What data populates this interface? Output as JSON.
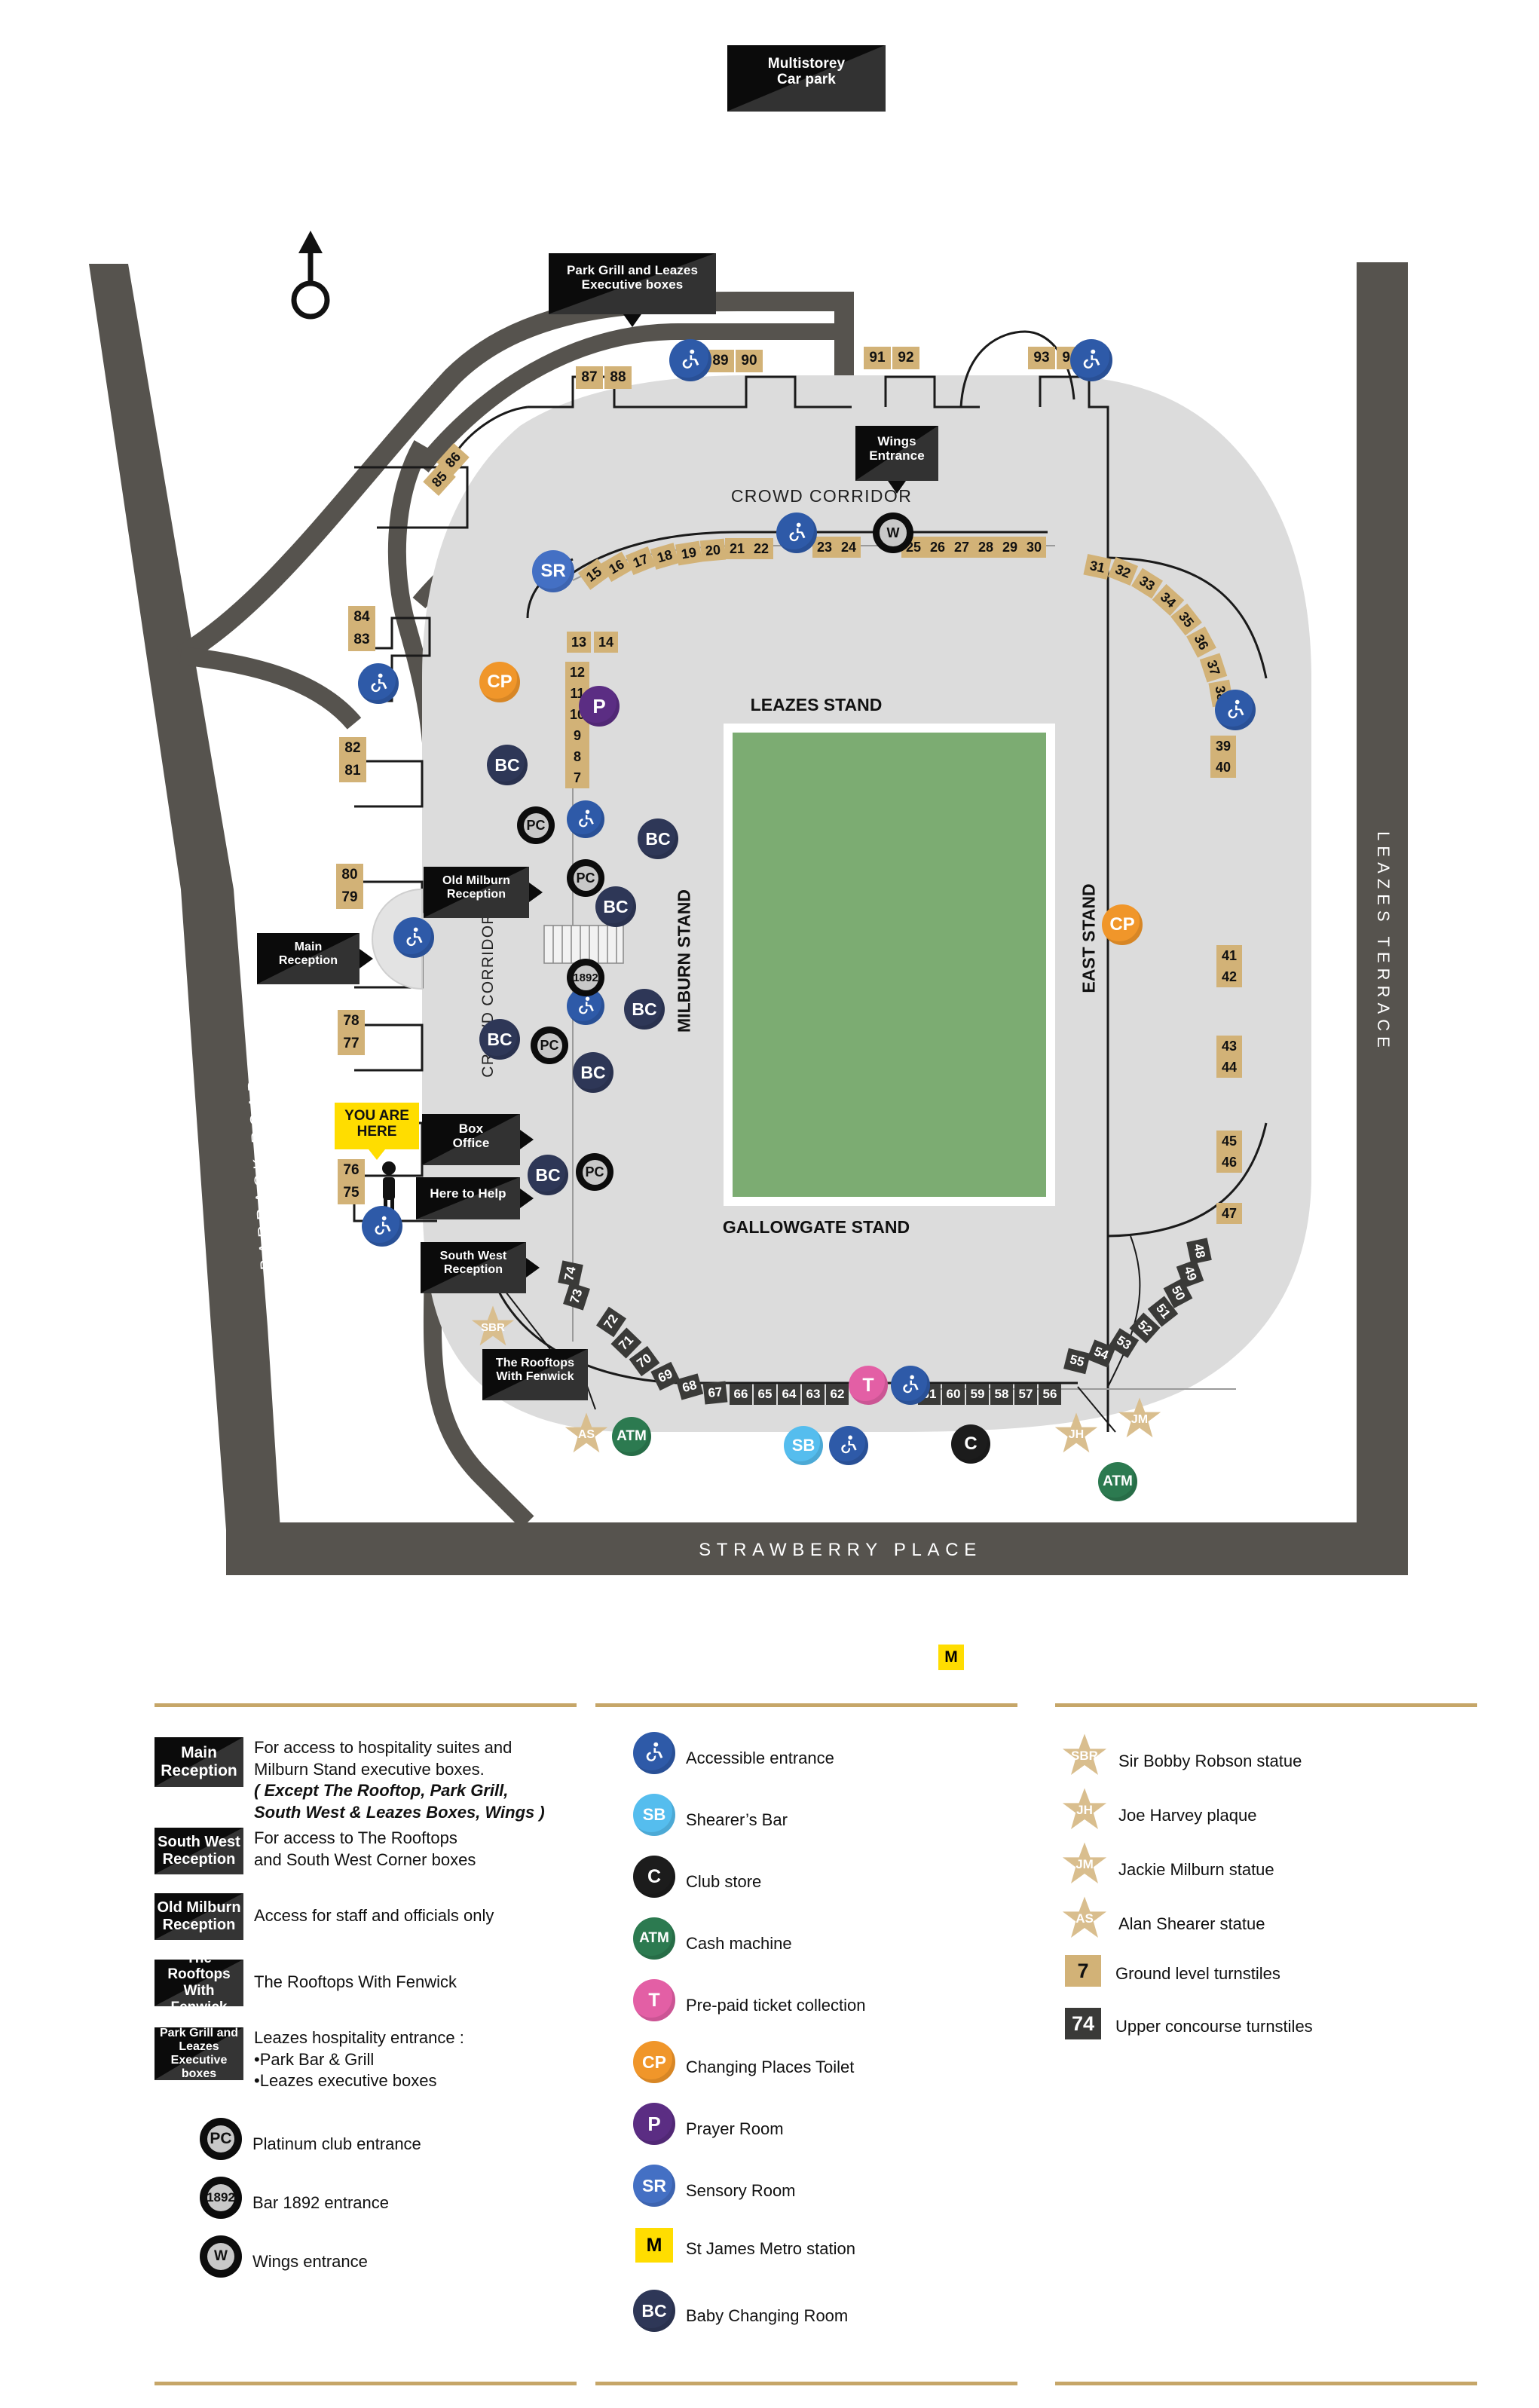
{
  "map": {
    "north_label": "N",
    "roads": [
      {
        "name": "barrack-road",
        "text": "BARRACK ROAD"
      },
      {
        "name": "leazes-terrace",
        "text": "LEAZES TERRACE"
      },
      {
        "name": "strawberry-place",
        "text": "STRAWBERRY PLACE"
      }
    ],
    "stands": [
      {
        "name": "leazes-stand",
        "text": "LEAZES STAND"
      },
      {
        "name": "milburn-stand",
        "text": "MILBURN STAND"
      },
      {
        "name": "east-stand",
        "text": "EAST STAND"
      },
      {
        "name": "gallowgate-stand",
        "text": "GALLOWGATE STAND"
      }
    ],
    "crowd_corridors": [
      {
        "name": "crowd-corridor-north",
        "text": "CROWD CORRIDOR"
      },
      {
        "name": "crowd-corridor-west",
        "text": "CROWD CORRIDOR"
      }
    ],
    "callouts": [
      {
        "name": "multistorey-car-park",
        "lines": [
          "Multistorey",
          "Car park"
        ]
      },
      {
        "name": "park-grill-and-leazes-executive-boxes",
        "lines": [
          "Park Grill and Leazes",
          "Executive boxes"
        ]
      },
      {
        "name": "wings-entrance",
        "lines": [
          "Wings",
          "Entrance"
        ]
      },
      {
        "name": "old-milburn-reception",
        "lines": [
          "Old Milburn",
          "Reception"
        ]
      },
      {
        "name": "main-reception",
        "lines": [
          "Main",
          "Reception"
        ]
      },
      {
        "name": "box-office",
        "lines": [
          "Box",
          "Office"
        ]
      },
      {
        "name": "here-to-help",
        "lines": [
          "Here to Help"
        ]
      },
      {
        "name": "south-west-reception",
        "lines": [
          "South West",
          "Reception"
        ]
      },
      {
        "name": "the-rooftops-with-fenwick",
        "lines": [
          "The Rooftops",
          "With Fenwick"
        ]
      }
    ],
    "you_are_here": {
      "lines": [
        "YOU ARE",
        "HERE"
      ]
    },
    "metro_marker": "M",
    "ground_turnstiles": [
      "7",
      "8",
      "9",
      "10",
      "11",
      "12",
      "13",
      "14",
      "15",
      "16",
      "17",
      "18",
      "19",
      "20",
      "21",
      "22",
      "23",
      "24",
      "25",
      "26",
      "27",
      "28",
      "29",
      "30",
      "31",
      "32",
      "33",
      "34",
      "35",
      "36",
      "37",
      "38",
      "39",
      "40",
      "41",
      "42",
      "43",
      "44",
      "45",
      "46",
      "47",
      "75",
      "76",
      "77",
      "78",
      "79",
      "80",
      "81",
      "82",
      "83",
      "84",
      "85",
      "86",
      "87",
      "88",
      "89",
      "90",
      "91",
      "92",
      "93",
      "94"
    ],
    "upper_turnstiles": [
      "48",
      "49",
      "50",
      "51",
      "52",
      "53",
      "54",
      "55",
      "56",
      "57",
      "58",
      "59",
      "60",
      "61",
      "62",
      "63",
      "64",
      "65",
      "66",
      "67",
      "68",
      "69",
      "70",
      "71",
      "72",
      "73",
      "74"
    ],
    "pin_labels": [
      "SR",
      "CP",
      "P",
      "BC",
      "PC",
      "1892",
      "W",
      "T",
      "SB",
      "ATM",
      "C",
      "M"
    ],
    "star_labels": [
      "SBR",
      "JH",
      "JM",
      "AS"
    ]
  },
  "legend": {
    "columns": [
      {
        "name": "legend-column-reception",
        "items": [
          {
            "badge_type": "black-label",
            "badge_lines": [
              "Main",
              "Reception"
            ],
            "text_lines": [
              "For access to hospitality suites  and",
              "Milburn Stand executive boxes."
            ],
            "bold_lines": [
              "( Except The Rooftop, Park Grill,",
              "South West & Leazes Boxes, Wings )"
            ]
          },
          {
            "badge_type": "black-label",
            "badge_lines": [
              "South West",
              "Reception"
            ],
            "text_lines": [
              "For access to The Rooftops",
              "and South West Corner boxes"
            ],
            "bold_lines": []
          },
          {
            "badge_type": "black-label",
            "badge_lines": [
              "Old Milburn",
              "Reception"
            ],
            "text_lines": [
              "Access for staff and officials only"
            ],
            "bold_lines": []
          },
          {
            "badge_type": "black-label",
            "badge_lines": [
              "The Rooftops",
              "With Fenwick"
            ],
            "text_lines": [
              "The Rooftops With Fenwick"
            ],
            "bold_lines": []
          },
          {
            "badge_type": "black-label",
            "badge_lines": [
              "Park Grill and",
              "Leazes Executive",
              "boxes"
            ],
            "text_lines": [
              "Leazes hospitality entrance :",
              "•Park Bar & Grill",
              "•Leazes executive boxes"
            ],
            "bold_lines": []
          },
          {
            "badge_type": "ring-pin",
            "badge_text": "PC",
            "text_lines": [
              "Platinum club entrance"
            ],
            "bold_lines": []
          },
          {
            "badge_type": "ring-pin",
            "badge_text": "1892",
            "text_lines": [
              "Bar 1892 entrance"
            ],
            "bold_lines": []
          },
          {
            "badge_type": "ring-pin",
            "badge_text": "W",
            "text_lines": [
              "Wings entrance"
            ],
            "bold_lines": []
          }
        ]
      },
      {
        "name": "legend-column-facilities",
        "items": [
          {
            "badge_type": "icon-pin",
            "badge_text": "",
            "icon": "wheelchair-icon",
            "color": "#2E5AA8",
            "text_lines": [
              "Accessible entrance"
            ],
            "bold_lines": []
          },
          {
            "badge_type": "icon-pin",
            "badge_text": "SB",
            "color": "#55BDEE",
            "text_lines": [
              "Shearer’s Bar"
            ],
            "bold_lines": []
          },
          {
            "badge_type": "icon-pin",
            "badge_text": "C",
            "color": "#1c1c1c",
            "text_lines": [
              "Club store"
            ],
            "bold_lines": []
          },
          {
            "badge_type": "icon-pin",
            "badge_text": "ATM",
            "color": "#2C7A50",
            "text_lines": [
              "Cash machine"
            ],
            "bold_lines": []
          },
          {
            "badge_type": "icon-pin",
            "badge_text": "T",
            "color": "#E35FA5",
            "text_lines": [
              "Pre-paid ticket collection"
            ],
            "bold_lines": []
          },
          {
            "badge_type": "icon-pin",
            "badge_text": "CP",
            "color": "#F0962A",
            "text_lines": [
              "Changing Places Toilet"
            ],
            "bold_lines": []
          },
          {
            "badge_type": "icon-pin",
            "badge_text": "P",
            "color": "#5B2D83",
            "text_lines": [
              "Prayer Room"
            ],
            "bold_lines": []
          },
          {
            "badge_type": "icon-pin",
            "badge_text": "SR",
            "color": "#4470C4",
            "text_lines": [
              "Sensory Room"
            ],
            "bold_lines": []
          },
          {
            "badge_type": "metro",
            "badge_text": "M",
            "text_lines": [
              "St James Metro station"
            ],
            "bold_lines": []
          },
          {
            "badge_type": "icon-pin",
            "badge_text": "BC",
            "color": "#2E3757",
            "text_lines": [
              "Baby Changing Room"
            ],
            "bold_lines": []
          }
        ]
      },
      {
        "name": "legend-column-landmarks",
        "items": [
          {
            "badge_type": "star",
            "badge_text": "SBR",
            "text_lines": [
              "Sir Bobby Robson statue"
            ],
            "bold_lines": []
          },
          {
            "badge_type": "star",
            "badge_text": "JH",
            "text_lines": [
              "Joe Harvey plaque"
            ],
            "bold_lines": []
          },
          {
            "badge_type": "star",
            "badge_text": "JM",
            "text_lines": [
              "Jackie Milburn statue"
            ],
            "bold_lines": []
          },
          {
            "badge_type": "star",
            "badge_text": "AS",
            "text_lines": [
              "Alan Shearer statue"
            ],
            "bold_lines": []
          },
          {
            "badge_type": "turnstile",
            "badge_text": "7",
            "text_lines": [
              "Ground level turnstiles"
            ],
            "bold_lines": []
          },
          {
            "badge_type": "turnstile-dark",
            "badge_text": "74",
            "text_lines": [
              "Upper concourse turnstiles"
            ],
            "bold_lines": []
          }
        ]
      }
    ]
  },
  "colors": {
    "gold": "#D2B277",
    "rule": "#C6A668",
    "road": "#56534E",
    "concourse": "#DCDCDC",
    "pitch": "#7CAC72",
    "accessible": "#2E5AA8",
    "yellow": "#FFDD00"
  }
}
